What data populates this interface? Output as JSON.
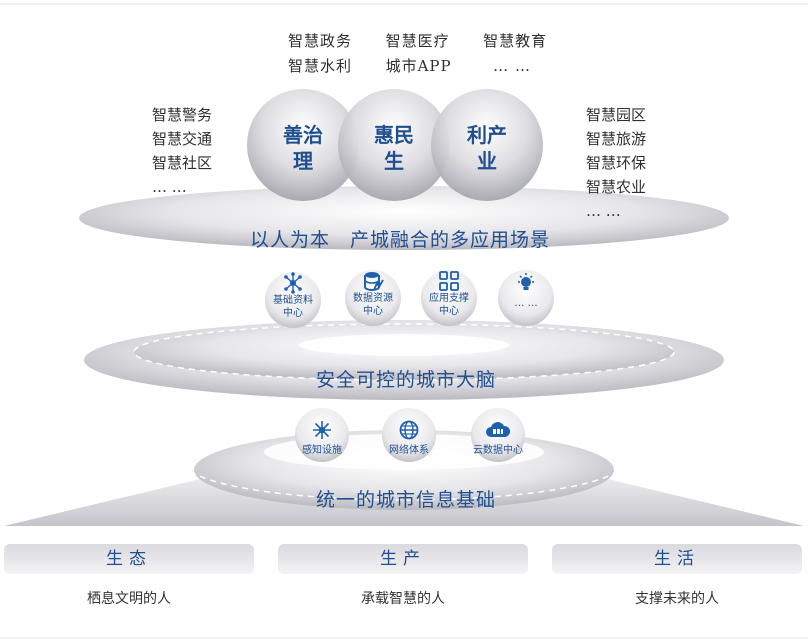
{
  "top_apps": {
    "row1": [
      "智慧政务",
      "智慧医疗",
      "智慧教育"
    ],
    "row2": [
      "智慧水利",
      "城市APP",
      "… …"
    ]
  },
  "left_apps": [
    "智慧警务",
    "智慧交通",
    "智慧社区",
    "… …"
  ],
  "right_apps": [
    "智慧园区",
    "智慧旅游",
    "智慧环保",
    "智慧农业",
    "… …"
  ],
  "circles": [
    {
      "line1": "善治",
      "line2": "理"
    },
    {
      "line1": "惠民",
      "line2": "生"
    },
    {
      "line1": "利产",
      "line2": "业"
    }
  ],
  "layer_scenarios": "以人为本　产城融合的多应用场景",
  "brain_icons": [
    {
      "icon": "network-nodes-icon",
      "line1": "基础资料",
      "line2": "中心"
    },
    {
      "icon": "database-icon",
      "line1": "数据资源",
      "line2": "中心"
    },
    {
      "icon": "app-grid-icon",
      "line1": "应用支撑",
      "line2": "中心"
    },
    {
      "icon": "lightbulb-icon",
      "line1": "… …",
      "line2": ""
    }
  ],
  "layer_brain": "安全可控的城市大脑",
  "base_icons": [
    {
      "icon": "sensor-icon",
      "label": "感知设施"
    },
    {
      "icon": "globe-icon",
      "label": "网络体系"
    },
    {
      "icon": "cloud-icon",
      "label": "云数据中心"
    }
  ],
  "layer_base": "统一的城市信息基础",
  "bottom_cards": [
    {
      "title": "生态",
      "subtitle": "栖息文明的人"
    },
    {
      "title": "生产",
      "subtitle": "承载智慧的人"
    },
    {
      "title": "生活",
      "subtitle": "支撑未来的人"
    }
  ],
  "colors": {
    "accent": "#1f4f8f",
    "icon": "#1f5fb0",
    "disc": "#d8d8de"
  }
}
